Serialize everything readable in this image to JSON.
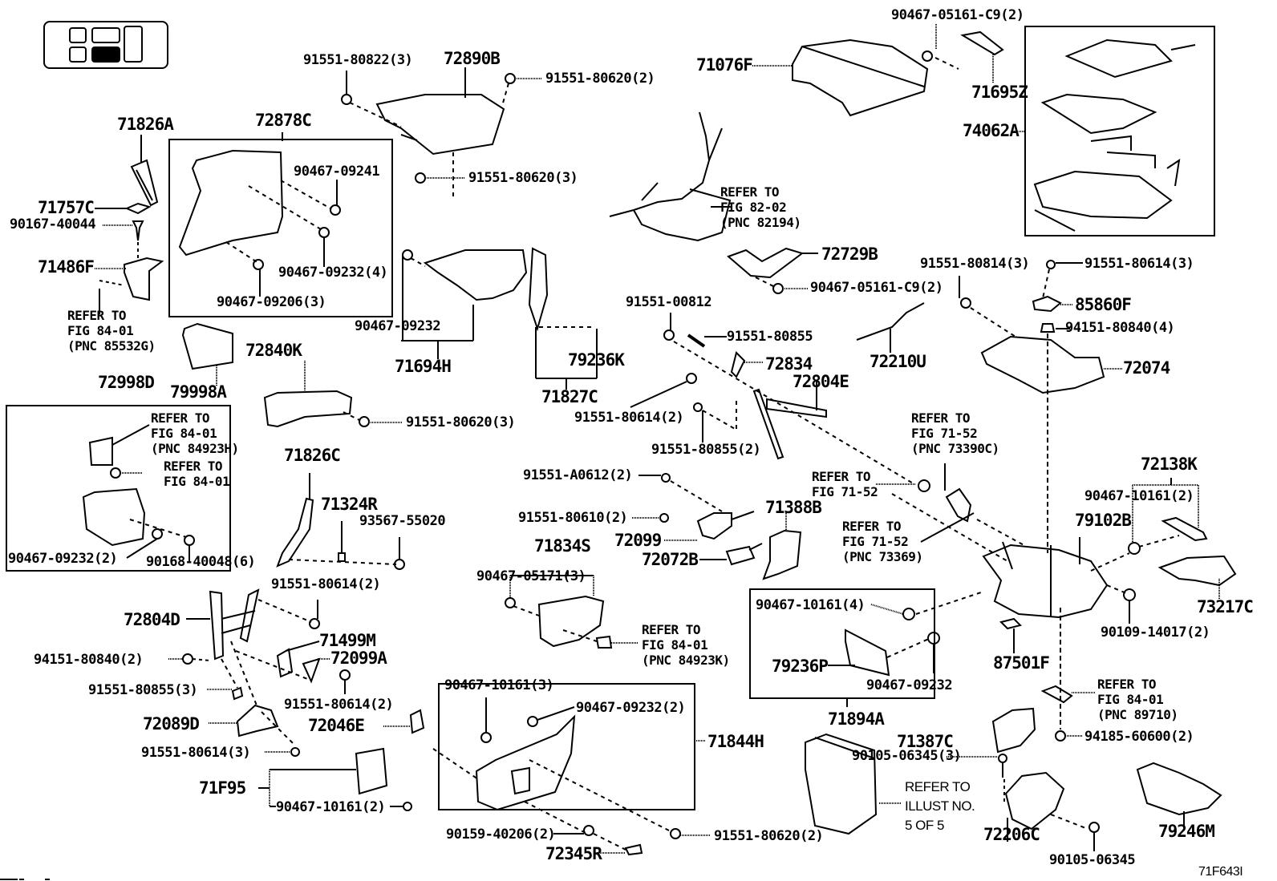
{
  "figure": {
    "code": "71F643I",
    "locator": {
      "seats": [
        "front-left",
        "front-center",
        "front-right",
        "rear-left",
        "rear-center",
        "rear-right"
      ],
      "highlighted": "rear-center"
    }
  },
  "callouts": {
    "p71826A": "71826A",
    "p72878C": "72878C",
    "p71757C": "71757C",
    "p90167_40044": "90167-40044",
    "p71486F": "71486F",
    "ref_85532G": [
      "REFER TO",
      "FIG 84-01",
      "(PNC 85532G)"
    ],
    "p90467_09241": "90467-09241",
    "p90467_09232_4": "90467-09232(4)",
    "p90467_09206_3": "90467-09206(3)",
    "p91551_80822_3": "91551-80822(3)",
    "p72890B": "72890B",
    "p91551_80620_2a": "91551-80620(2)",
    "p91551_80620_3a": "91551-80620(3)",
    "p71076F": "71076F",
    "p90467_05161_C9_2a": "90467-05161-C9(2)",
    "p71695Z": "71695Z",
    "p74062A": "74062A",
    "ref_82194": [
      "REFER TO",
      "FIG 82-02",
      "(PNC 82194)"
    ],
    "p72729B": "72729B",
    "p90467_05161_C9_2b": "90467-05161-C9(2)",
    "p91551_80814_3": "91551-80814(3)",
    "p91551_80614_3a": "91551-80614(3)",
    "p85860F": "85860F",
    "p94151_80840_4": "94151-80840(4)",
    "p72074": "72074",
    "p72210U": "72210U",
    "p90467_09232a": "90467-09232",
    "p71694H": "71694H",
    "p79236K": "79236K",
    "p71827C": "71827C",
    "p91551_00812": "91551-00812",
    "p91551_80855": "91551-80855",
    "p72834": "72834",
    "p72804E": "72804E",
    "p91551_80614_2a": "91551-80614(2)",
    "p91551_80855_2": "91551-80855(2)",
    "p79998A": "79998A",
    "p72840K": "72840K",
    "p91551_80620_3b": "91551-80620(3)",
    "p72998D": "72998D",
    "ref_84923H": [
      "REFER TO",
      "FIG 84-01",
      "(PNC 84923H)"
    ],
    "ref_84_01a": [
      "REFER TO",
      "FIG 84-01"
    ],
    "p90467_09232_2a": "90467-09232(2)",
    "p90168_40048_6": "90168-40048(6)",
    "p71826C": "71826C",
    "p71324R": "71324R",
    "p93567_55020": "93567-55020",
    "ref_73390C": [
      "REFER TO",
      "FIG 71-52",
      "(PNC 73390C)"
    ],
    "ref_71_52": [
      "REFER TO",
      "FIG 71-52"
    ],
    "ref_73369": [
      "REFER TO",
      "FIG 71-52",
      "(PNC 73369)"
    ],
    "p72138K": "72138K",
    "p90467_10161_2a": "90467-10161(2)",
    "p79102B": "79102B",
    "p73217C": "73217C",
    "p90109_14017_2": "90109-14017(2)",
    "p91551_A0612_2": "91551-A0612(2)",
    "p91551_80610_2": "91551-80610(2)",
    "p72099": "72099",
    "p72072B": "72072B",
    "p71388B": "71388B",
    "p71834S": "71834S",
    "p90467_05171_3": "90467-05171(3)",
    "ref_84923K": [
      "REFER TO",
      "FIG 84-01",
      "(PNC 84923K)"
    ],
    "p90467_10161_4": "90467-10161(4)",
    "p79236P": "79236P",
    "p90467_09232b": "90467-09232",
    "p71894A": "71894A",
    "p87501F": "87501F",
    "ref_89710": [
      "REFER TO",
      "FIG 84-01",
      "(PNC 89710)"
    ],
    "p94185_60600_2": "94185-60600(2)",
    "p71387C": "71387C",
    "p90105_06345_3": "90105-06345(3)",
    "ref_illust": [
      "REFER TO",
      "ILLUST NO.",
      "5 OF 5"
    ],
    "p72206C": "72206C",
    "p90105_06345": "90105-06345",
    "p79246M": "79246M",
    "p72804D": "72804D",
    "p91551_80614_2b": "91551-80614(2)",
    "p71499M": "71499M",
    "p72099A": "72099A",
    "p94151_80840_2": "94151-80840(2)",
    "p91551_80855_3": "91551-80855(3)",
    "p91551_80614_2c": "91551-80614(2)",
    "p72089D": "72089D",
    "p72046E": "72046E",
    "p91551_80614_3b": "91551-80614(3)",
    "p71F95": "71F95",
    "p90467_10161_2b": "90467-10161(2)",
    "p90467_10161_3": "90467-10161(3)",
    "p90467_09232_2b": "90467-09232(2)",
    "p71844H": "71844H",
    "p90159_40206_2": "90159-40206(2)",
    "p72345R": "72345R",
    "p91551_80620_2b": "91551-80620(2)"
  }
}
